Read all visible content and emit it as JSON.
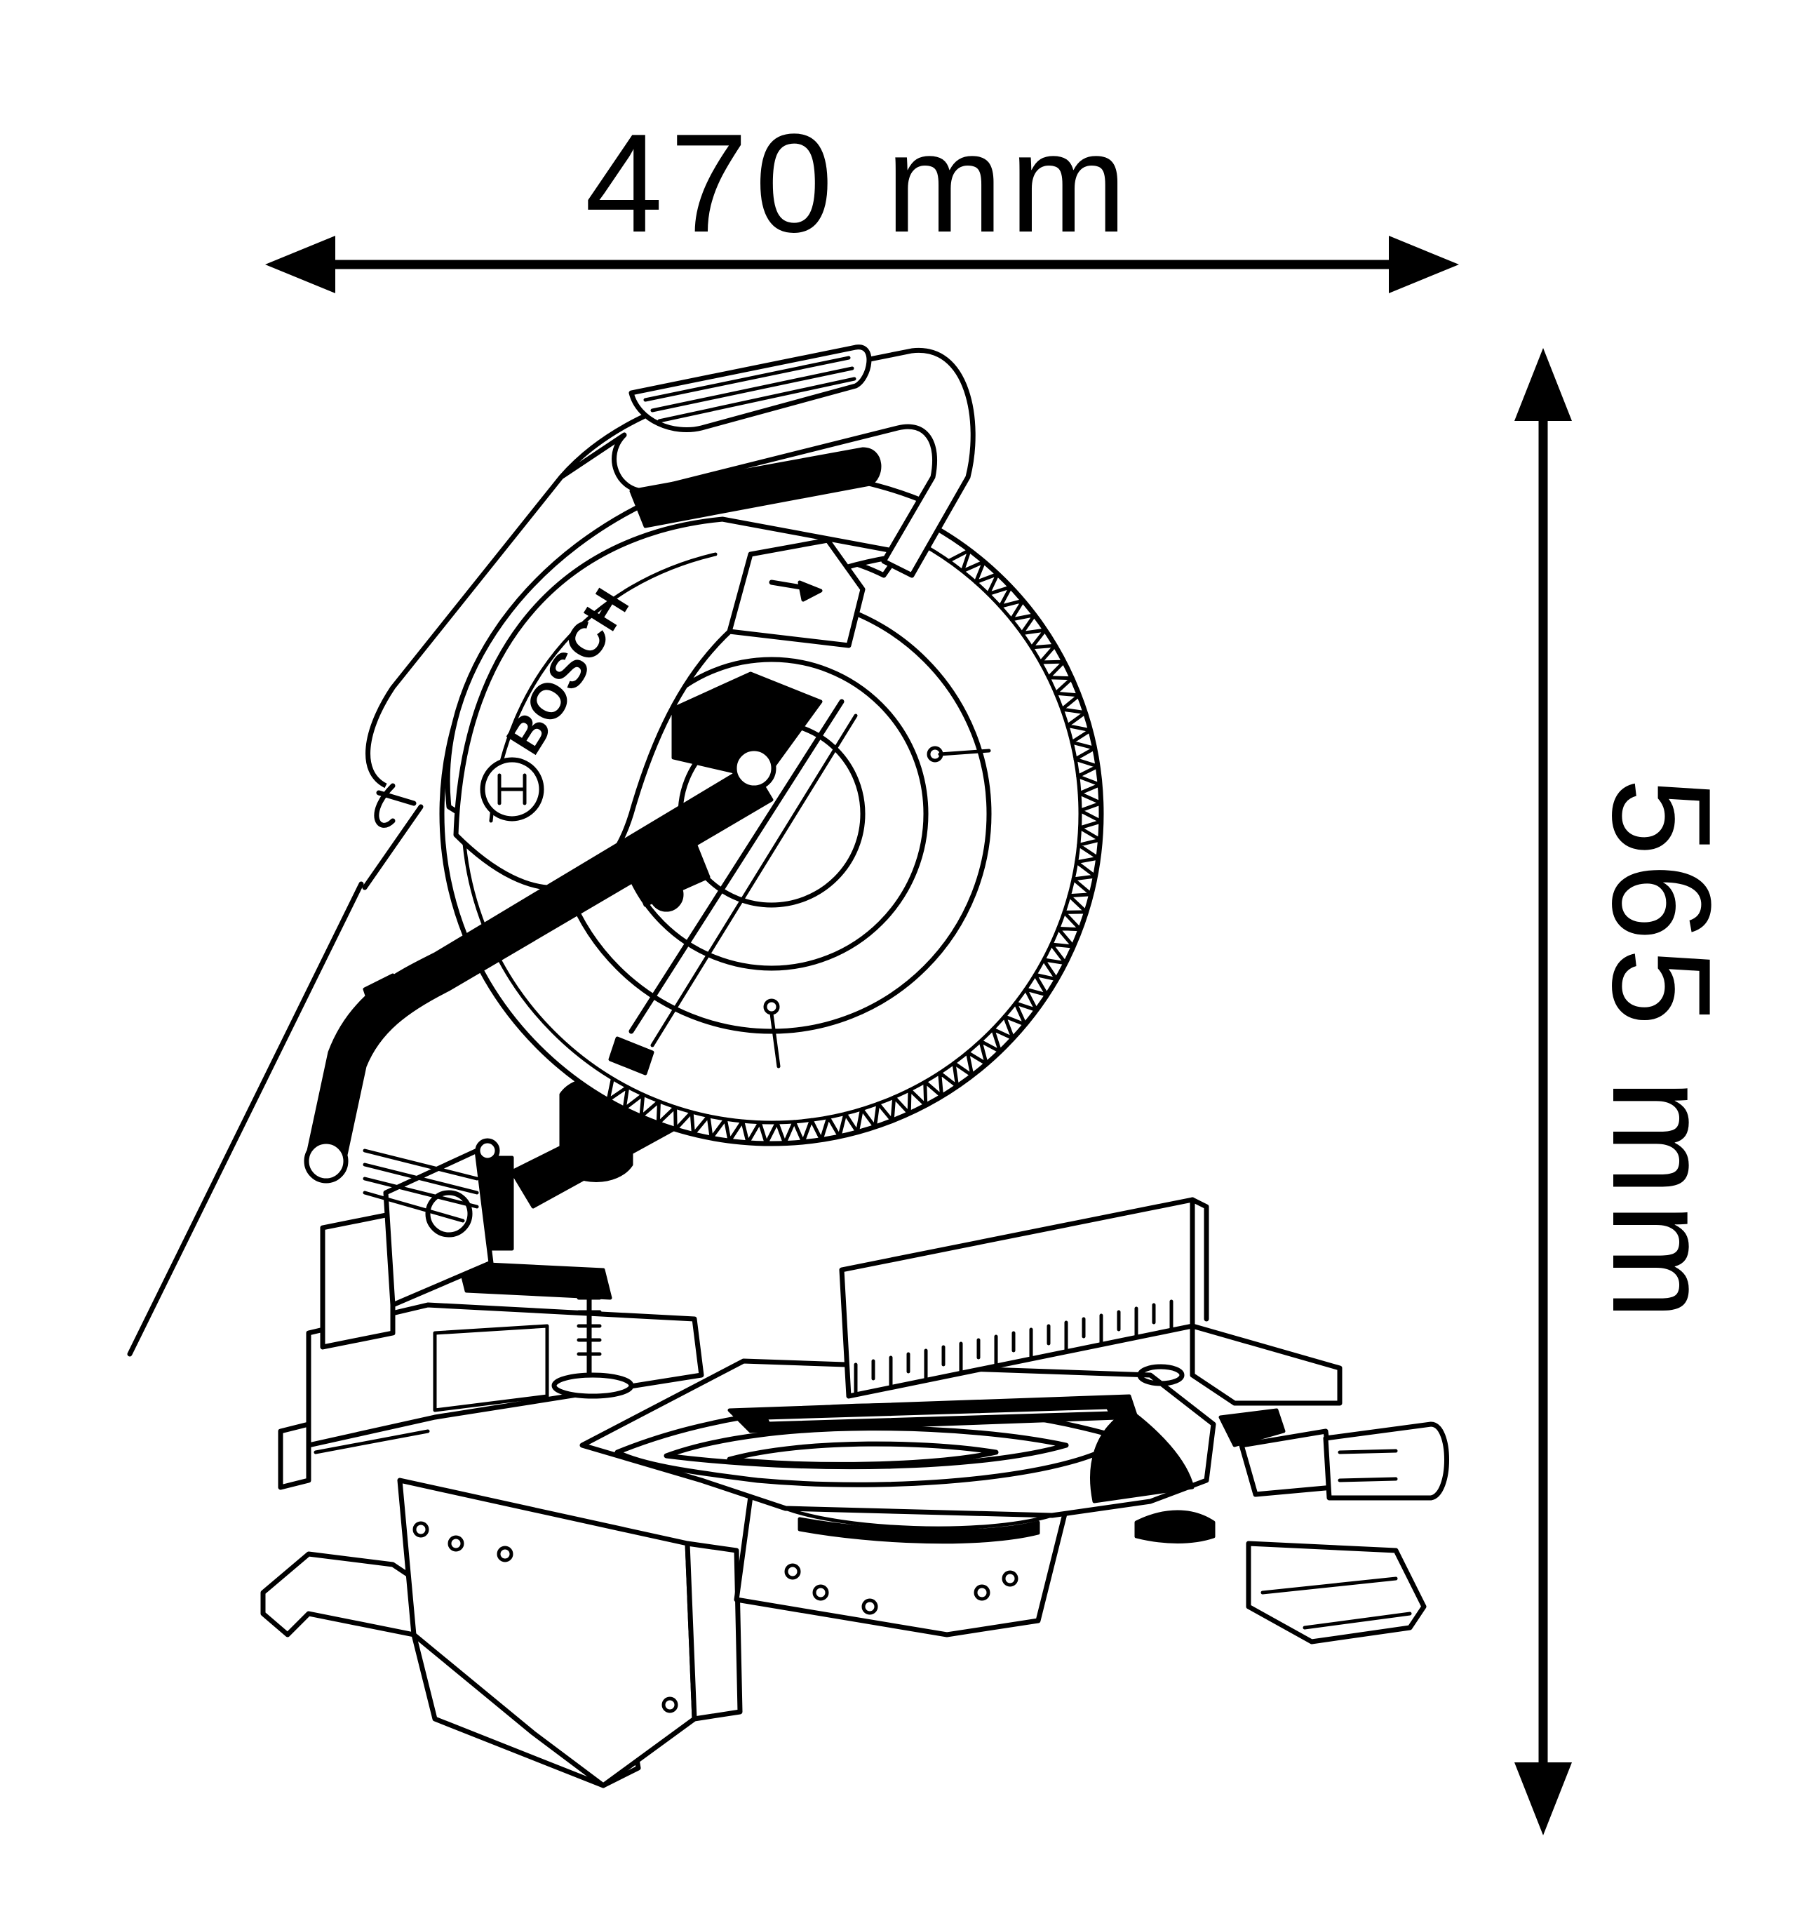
{
  "dimensions": {
    "width_label": "470 mm",
    "height_label": "565 mm"
  },
  "brand": {
    "logo_text": "BOSCH"
  },
  "colors": {
    "line": "#000000",
    "background": "#ffffff"
  }
}
